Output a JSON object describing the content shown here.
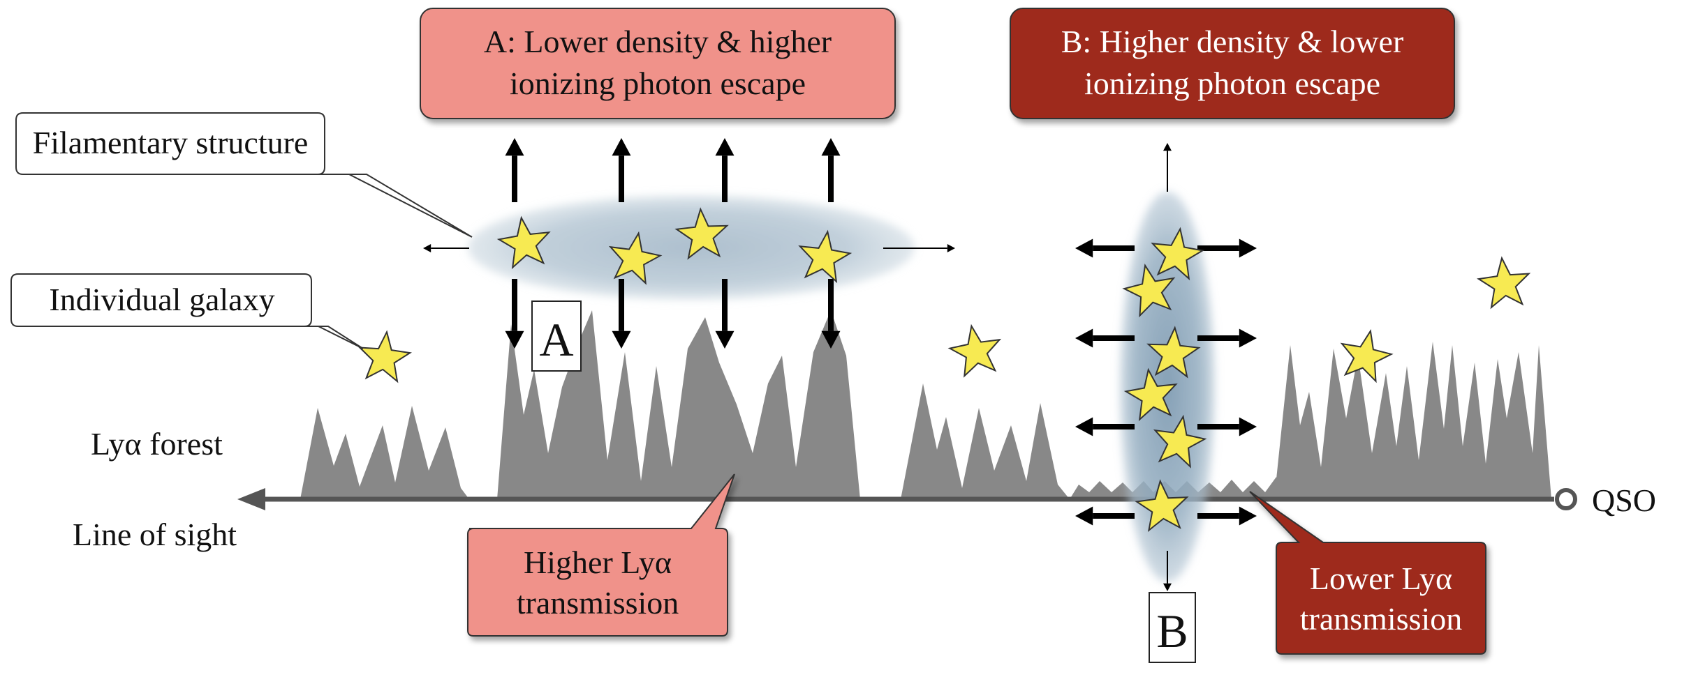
{
  "labels": {
    "box_a_line1": "A: Lower density & higher",
    "box_a_line2": "ionizing photon escape",
    "box_b_line1": "B: Higher density & lower",
    "box_b_line2": "ionizing photon escape",
    "filamentary": "Filamentary structure",
    "individual": "Individual galaxy",
    "lya_forest": "Lyα forest",
    "line_of_sight": "Line of sight",
    "qso": "QSO",
    "higher_line1": "Higher Lyα",
    "higher_line2": "transmission",
    "lower_line1": "Lower Lyα",
    "lower_line2": "transmission",
    "marker_a": "A",
    "marker_b": "B"
  },
  "colors": {
    "box_a_fill": "#f0928a",
    "box_b_fill": "#9e2a1d",
    "box_b_text": "#ffffff",
    "forest": "#888888",
    "filament": "#a8bccb",
    "star_fill": "#f7ea52",
    "axis": "#555555",
    "arrow": "#000000"
  },
  "icons": {
    "galaxy": "star-icon",
    "qso": "open-circle-icon",
    "arrow": "arrow-icon"
  }
}
